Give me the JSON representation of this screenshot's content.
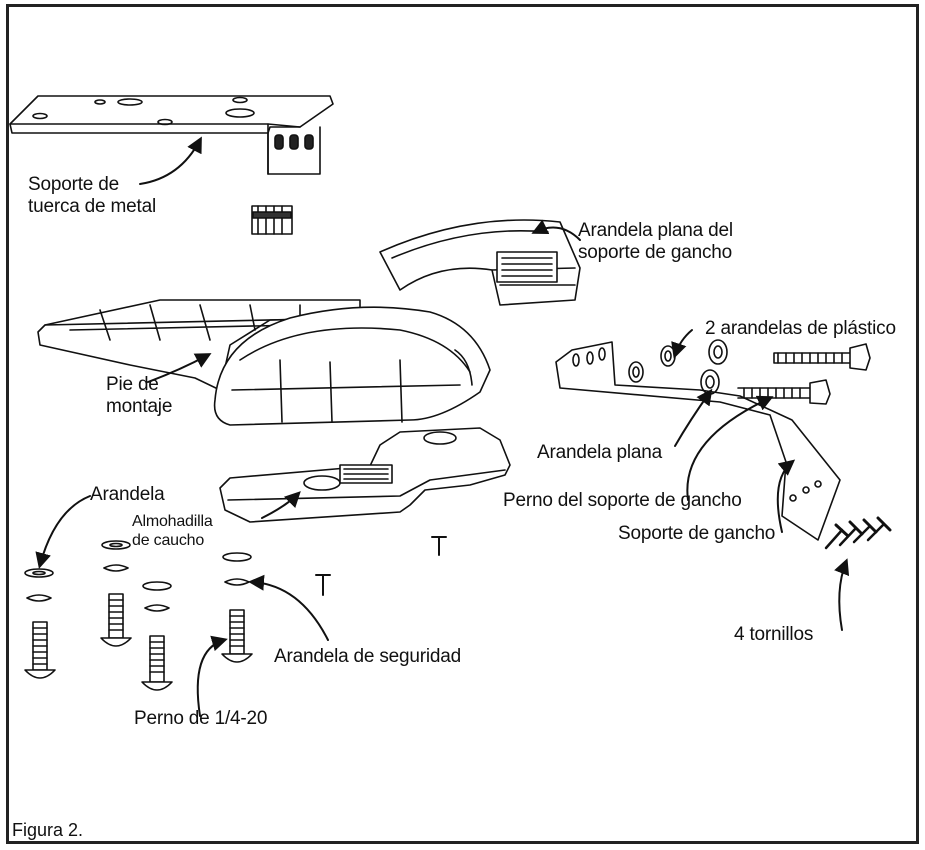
{
  "figure": {
    "caption": "Figura 2.",
    "labels": {
      "nut_bracket": "Soporte de\ntuerca de metal",
      "hook_washer": "Arandela plana del\nsoporte de gancho",
      "plastic_washers": "2 arandelas de plástico",
      "foot": "Pie de\nmontaje",
      "flat_washer": "Arandela plana",
      "hook_bolt": "Perno del soporte de gancho",
      "hook_bracket": "Soporte de gancho",
      "washer": "Arandela",
      "rubber_pad": "Almohadilla\nde caucho",
      "lock_washer": "Arandela de seguridad",
      "bolt": "Perno de 1/4-20",
      "screws": "4 tornillos"
    }
  }
}
